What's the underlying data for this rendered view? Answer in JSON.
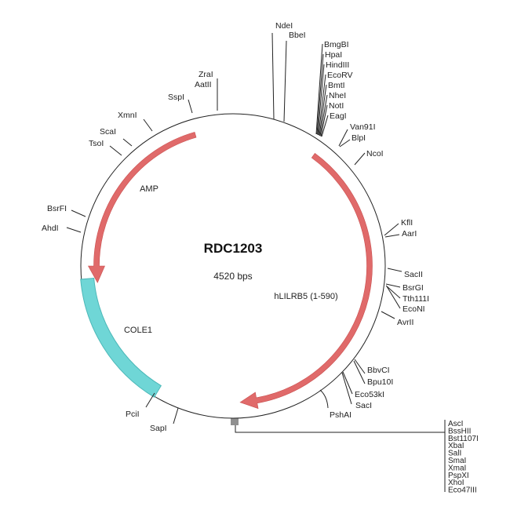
{
  "plasmid": {
    "name": "RDC1203",
    "size": "4520 bps"
  },
  "features": {
    "amp": {
      "label": "AMP",
      "color": "#e06a6a"
    },
    "hlilrb5": {
      "label": "hLILRB5 (1-590)",
      "color": "#e06a6a"
    },
    "cole1": {
      "label": "COLE1",
      "color": "#6fd6d6"
    }
  },
  "sites": {
    "top": [
      "NdeI",
      "BbeI"
    ],
    "cluster_top": [
      "BmgBI",
      "HpaI",
      "HindIII",
      "EcoRV",
      "BmtI",
      "NheI",
      "NotI",
      "EagI"
    ],
    "right": [
      "Van91I",
      "BlpI",
      "NcoI",
      "KflI",
      "AarI",
      "SacII",
      "BsrGI",
      "Tth111I",
      "EcoNI",
      "AvrII",
      "BbvCI",
      "Bpu10I",
      "Eco53kI",
      "SacI",
      "PshAI"
    ],
    "cluster_bottom": [
      "AscI",
      "BssHII",
      "Bst1107I",
      "XbaI",
      "SalI",
      "SmaI",
      "XmaI",
      "PspXI",
      "XhoI",
      "Eco47III"
    ],
    "left": [
      "PciI",
      "SapI",
      "AhdI",
      "BsrFI",
      "TsoI",
      "ScaI",
      "XmnI",
      "SspI",
      "ZraI",
      "AatII"
    ]
  }
}
